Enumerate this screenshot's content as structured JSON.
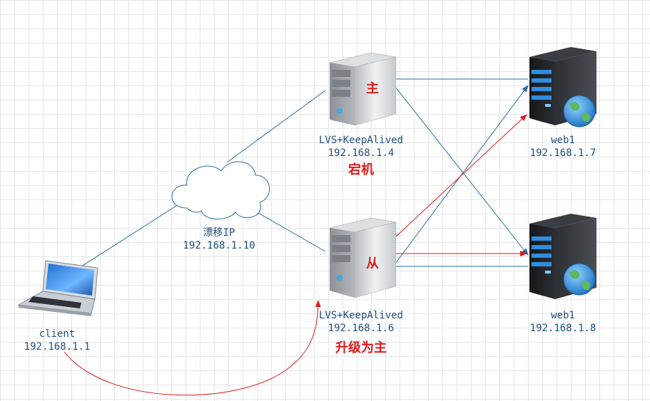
{
  "client": {
    "name": "client",
    "ip": "192.168.1.1"
  },
  "vip": {
    "name": "漂移IP",
    "ip": "192.168.1.10"
  },
  "lvs_master": {
    "name": "LVS+KeepAlived",
    "ip": "192.168.1.4",
    "role": "主",
    "status": "宕机"
  },
  "lvs_backup": {
    "name": "LVS+KeepAlived",
    "ip": "192.168.1.6",
    "role": "从",
    "status": "升级为主"
  },
  "web_top": {
    "name": "web1",
    "ip": "192.168.1.7"
  },
  "web_bottom": {
    "name": "web1",
    "ip": "192.168.1.8"
  },
  "colors": {
    "link": "#2a6fa0",
    "failover": "#e01b1b",
    "label": "#1f4f7f"
  }
}
